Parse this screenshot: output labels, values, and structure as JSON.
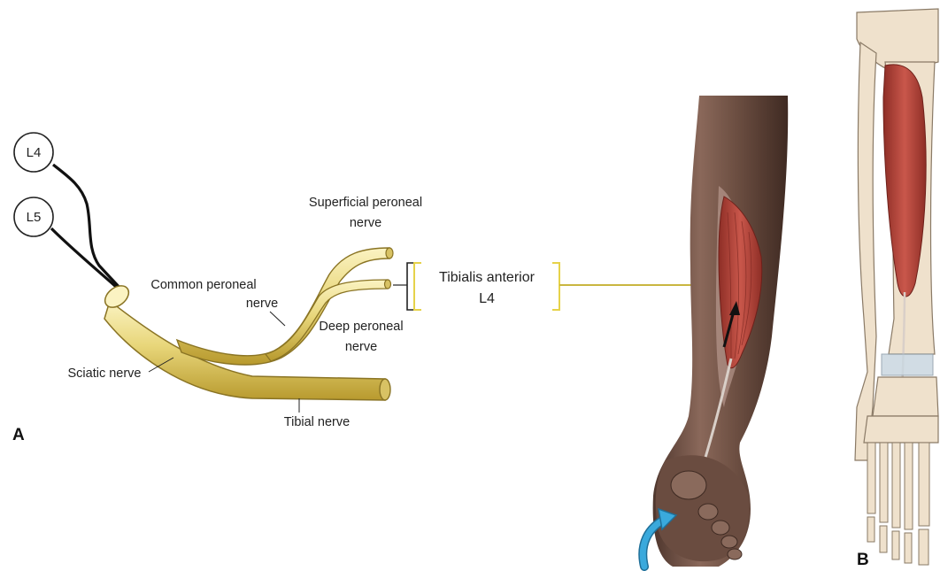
{
  "roots": [
    {
      "label": "L4"
    },
    {
      "label": "L5"
    }
  ],
  "nerves": {
    "superficial_peroneal": [
      "Superficial peroneal",
      "nerve"
    ],
    "common_peroneal": [
      "Common peroneal",
      "nerve"
    ],
    "deep_peroneal": [
      "Deep peroneal",
      "nerve"
    ],
    "sciatic": "Sciatic nerve",
    "tibial": "Tibial nerve"
  },
  "muscle_box": {
    "line1": "Tibialis anterior",
    "line2": "L4"
  },
  "panels": {
    "a": "A",
    "b": "B"
  },
  "colors": {
    "nerve_fill": "#e8d67a",
    "nerve_highlight": "#fbf3c2",
    "nerve_shadow": "#b89a2e",
    "bracket": "#e6d24a",
    "skin": "#6e5043",
    "skin_light": "#a68478",
    "muscle": "#b8433a",
    "bone": "#efe1cc",
    "bone_outline": "#8a7a66",
    "arrow_blue": "#3aa9dc"
  }
}
